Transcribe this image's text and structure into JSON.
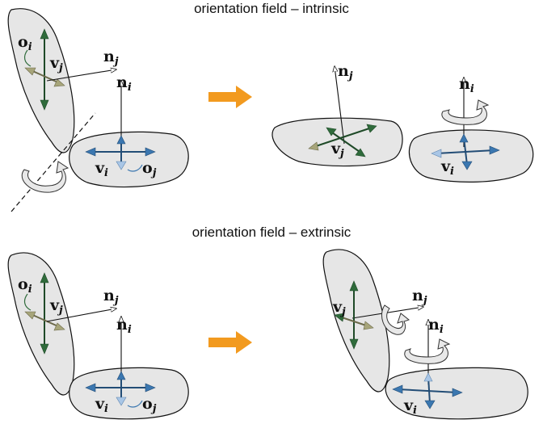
{
  "panels": {
    "top_title": "orientation field – intrinsic",
    "bottom_title": "orientation field – extrinsic"
  },
  "labels": {
    "o": "o",
    "v": "v",
    "n": "n",
    "sub_i": "i",
    "sub_j": "j"
  },
  "colors": {
    "arrow_accent": "#f29a1f",
    "patch_fill": "#e6e6e6",
    "frame_green": "#2f6b3b",
    "frame_olive": "#a7a57a",
    "frame_blue": "#3b77b0",
    "frame_light_blue": "#a9c6e6"
  }
}
